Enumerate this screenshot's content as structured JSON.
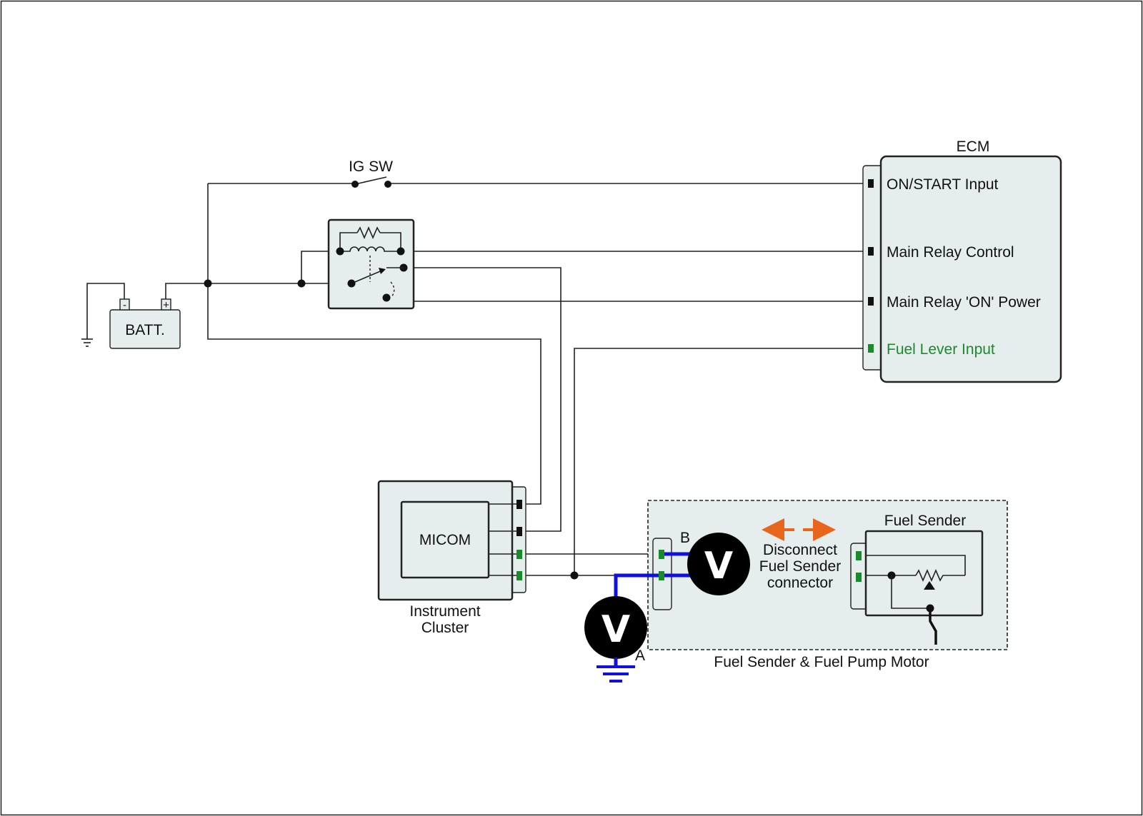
{
  "colors": {
    "module_fill": "#e6eded",
    "signal_pin": "#1a8a2a",
    "power_pin": "#111111",
    "meter_lead": "#1010dd",
    "disconnect_arrow": "#e8661c",
    "fuel_lever_label": "#1a8a2a"
  },
  "labels": {
    "ig_sw": "IG SW",
    "batt": "BATT.",
    "batt_minus": "-",
    "batt_plus": "+",
    "ecm": "ECM",
    "micom": "MICOM",
    "instrument_cluster_line1": "Instrument",
    "instrument_cluster_line2": "Cluster",
    "fuel_sender": "Fuel Sender",
    "fuel_sender_pump_motor": "Fuel Sender & Fuel Pump Motor",
    "disconnect_line1": "Disconnect",
    "disconnect_line2": "Fuel Sender",
    "disconnect_line3": "connector",
    "point_a": "A",
    "point_b": "B",
    "voltmeter_symbol": "V"
  },
  "ecm_pins": [
    {
      "label": "ON/START Input",
      "type": "power"
    },
    {
      "label": "Main Relay Control",
      "type": "power"
    },
    {
      "label": "Main Relay 'ON' Power",
      "type": "power"
    },
    {
      "label": "Fuel Lever Input",
      "type": "signal"
    }
  ],
  "icons": {
    "ground": "ground-icon",
    "voltmeter": "voltmeter-icon",
    "relay": "relay-icon",
    "resistor": "resistor-icon",
    "switch": "switch-icon"
  }
}
